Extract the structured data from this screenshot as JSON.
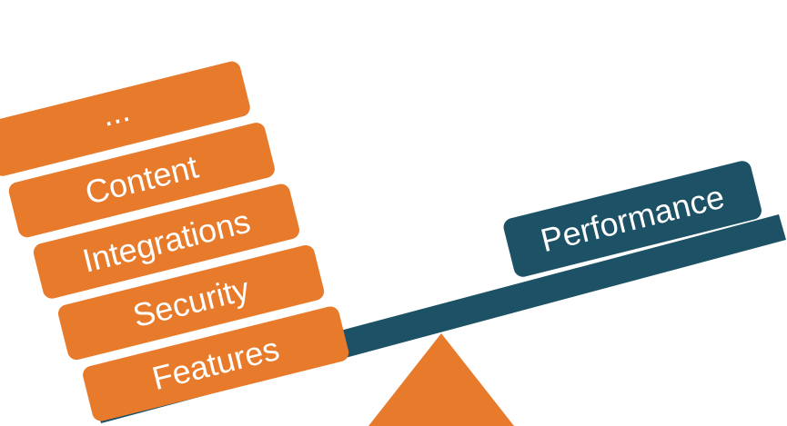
{
  "colors": {
    "orange": "#E87A2B",
    "teal": "#1C5166",
    "text": "#FFFFFF",
    "background": "#FFFFFF"
  },
  "stack": {
    "blocks": [
      {
        "label": "Features"
      },
      {
        "label": "Security"
      },
      {
        "label": "Integrations"
      },
      {
        "label": "Content"
      },
      {
        "label": "..."
      }
    ]
  },
  "counterweight": {
    "label": "Performance"
  }
}
